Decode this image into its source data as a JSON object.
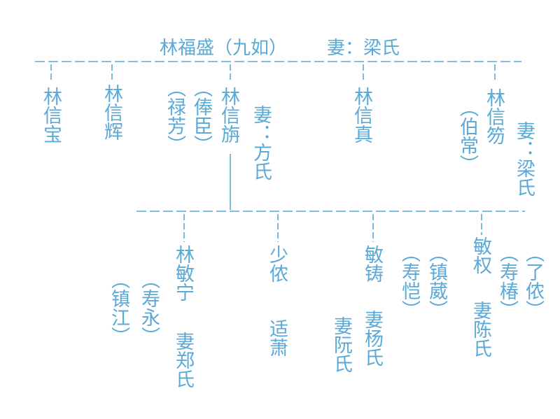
{
  "colors": {
    "line": "#5ba9d6",
    "text": "#5ba9d6"
  },
  "gen1": {
    "title": "林福盛（九如）",
    "spouse": "妻：梁氏"
  },
  "gen2": {
    "sons": [
      {
        "name": "林信宝"
      },
      {
        "name": "林信辉"
      },
      {
        "name": "林信旃",
        "alt_names": [
          "（俸臣）",
          "（禄芳）"
        ],
        "spouse": "妻：方氏"
      },
      {
        "name": "林信真"
      },
      {
        "name": "林信笏",
        "alt_name": "（伯常）",
        "spouse": "妻：梁氏"
      }
    ]
  },
  "gen3": {
    "children": [
      {
        "name": "林敏宁",
        "alt_names": [
          "（寿永）",
          "（镇江）"
        ],
        "spouse": "妻郑氏"
      },
      {
        "name": "少侬",
        "spouse": "适萧"
      },
      {
        "name": "敏铸",
        "alt_names": [
          "（镇葳）",
          "（寿恺）"
        ],
        "spouses": [
          "妻杨氏",
          "妻阮氏"
        ]
      },
      {
        "name": "敏权",
        "alt_names": [
          "（了侬）",
          "（寿椿）"
        ],
        "spouse": "妻陈氏"
      }
    ]
  }
}
